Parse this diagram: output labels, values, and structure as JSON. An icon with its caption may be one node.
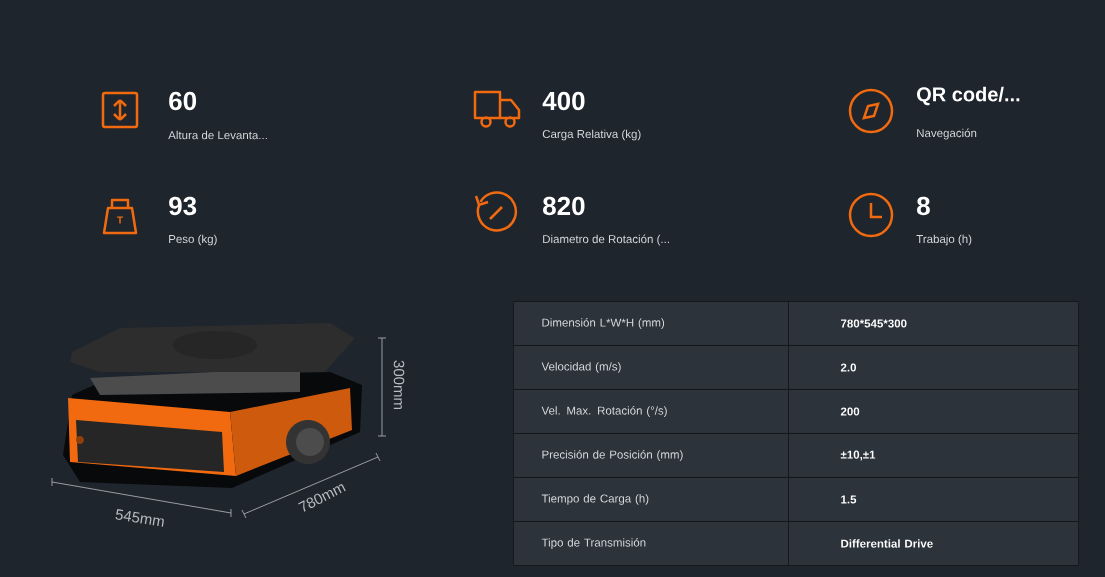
{
  "diagram": {
    "labels": [
      "60",
      "Altura de Levanta...",
      "400",
      "Carga Relativa (kg)",
      "QR code/...",
      "Navegación",
      "93",
      "Peso (kg)",
      "820",
      "Diametro de Rotación (...",
      "8",
      "Trabajo (h)",
      "300mm",
      "545mm",
      "780mm",
      "Dimensión L*W*H (mm)",
      "780*545*300",
      "Velocidad (m/s)",
      "2.0",
      "Vel. Max. Rotación (°/s)",
      "200",
      "Precisión de Posición (mm)",
      "±10,±1",
      "Tiempo de Carga (h)",
      "1.5",
      "Tipo de Transmisión",
      "Differential Drive",
      "T"
    ]
  }
}
